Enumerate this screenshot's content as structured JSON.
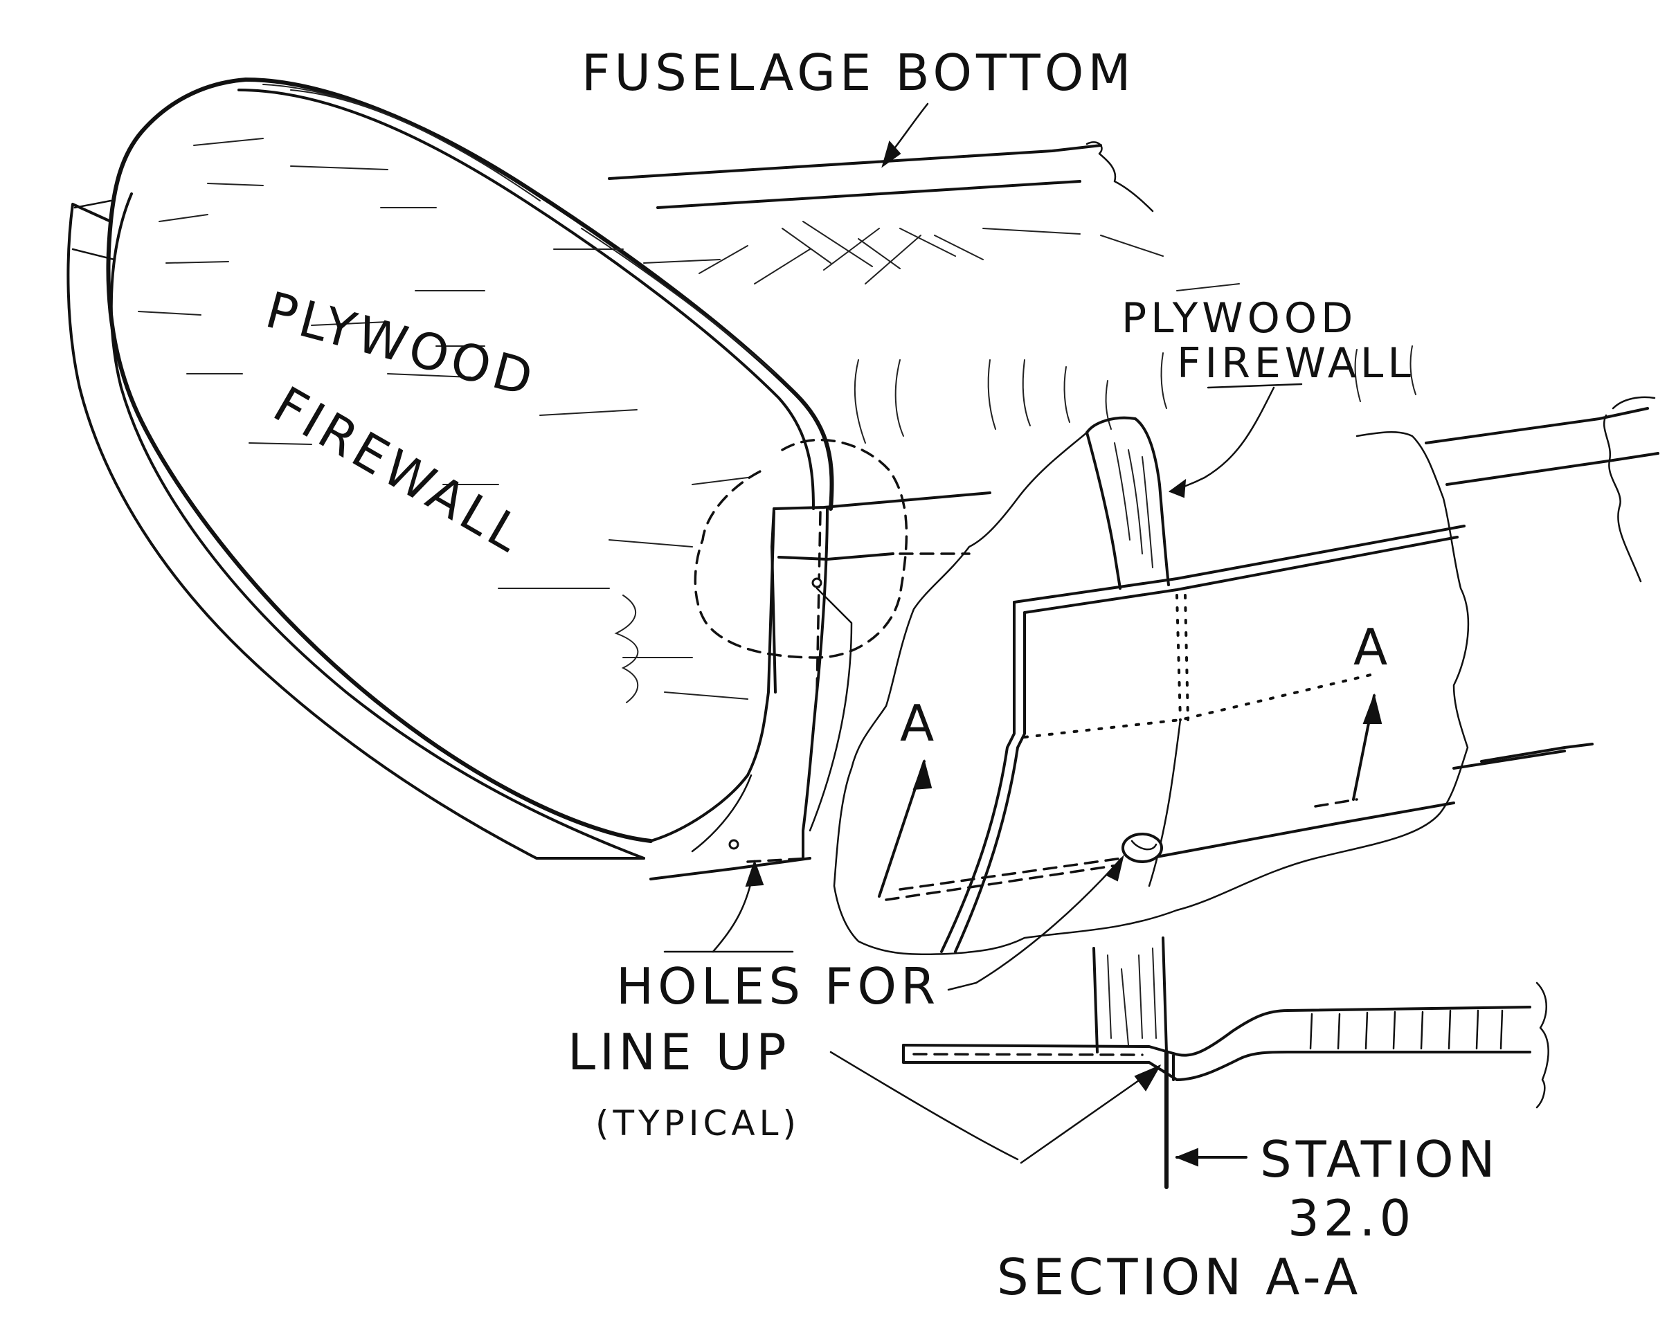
{
  "labels": {
    "fuselage_bottom": "FUSELAGE BOTTOM",
    "main_firewall_line1": "PLYWOOD",
    "main_firewall_line2": "FIREWALL",
    "detail_firewall_line1": "PLYWOOD",
    "detail_firewall_line2": "FIREWALL",
    "section_mark_left": "A",
    "section_mark_right": "A",
    "holes_line1": "HOLES FOR",
    "holes_line2": "LINE UP",
    "holes_line3": "(TYPICAL)",
    "station_line1": "STATION",
    "station_line2": "32.0",
    "section_title": "SECTION A-A"
  }
}
